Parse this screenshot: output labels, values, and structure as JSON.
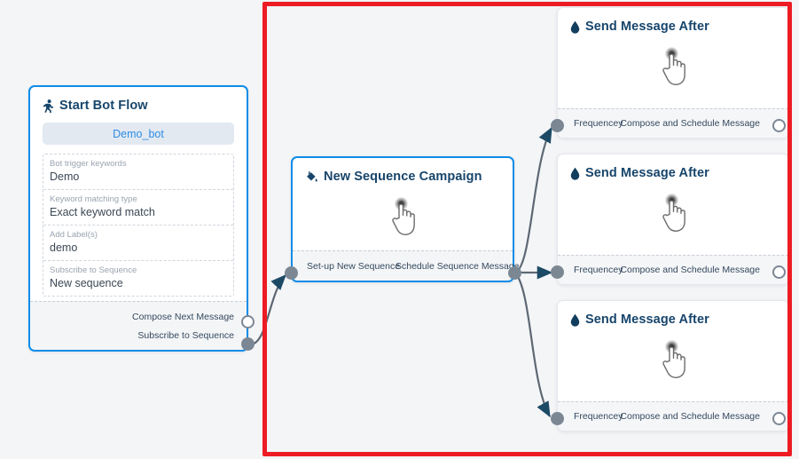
{
  "canvas": {
    "background_color": "#f4f5f7",
    "highlight_frame_color": "#ed1c24"
  },
  "nodes": {
    "start_bot_flow": {
      "title": "Start Bot Flow",
      "icon": "running-person-icon",
      "accent_color": "#0d8ce8",
      "bot_pill_label": "Demo_bot",
      "fields": [
        {
          "label": "Bot trigger keywords",
          "value": "Demo"
        },
        {
          "label": "Keyword matching type",
          "value": "Exact keyword match"
        },
        {
          "label": "Add Label(s)",
          "value": "demo"
        },
        {
          "label": "Subscribe to Sequence",
          "value": "New sequence"
        }
      ],
      "ports": [
        {
          "label": "Compose Next Message",
          "style": "hollow"
        },
        {
          "label": "Subscribe to Sequence",
          "style": "filled"
        }
      ]
    },
    "new_sequence_campaign": {
      "title": "New Sequence Campaign",
      "icon": "paint-bucket-icon",
      "accent_color": "#0d8ce8",
      "body_icon": "hand-cursor-icon",
      "port_in_label": "Set-up New Sequence",
      "port_out_label": "Schedule Sequence Message"
    },
    "send_message_after": {
      "title": "Send Message After",
      "icon": "water-droplet-icon",
      "icon_color": "#123e5e",
      "body_icon": "hand-cursor-icon",
      "port_in_label": "Frequencey",
      "port_out_label": "Compose and Schedule Message"
    }
  },
  "message_cards": [
    {
      "id": "msg-card-1"
    },
    {
      "id": "msg-card-2"
    },
    {
      "id": "msg-card-3"
    }
  ]
}
